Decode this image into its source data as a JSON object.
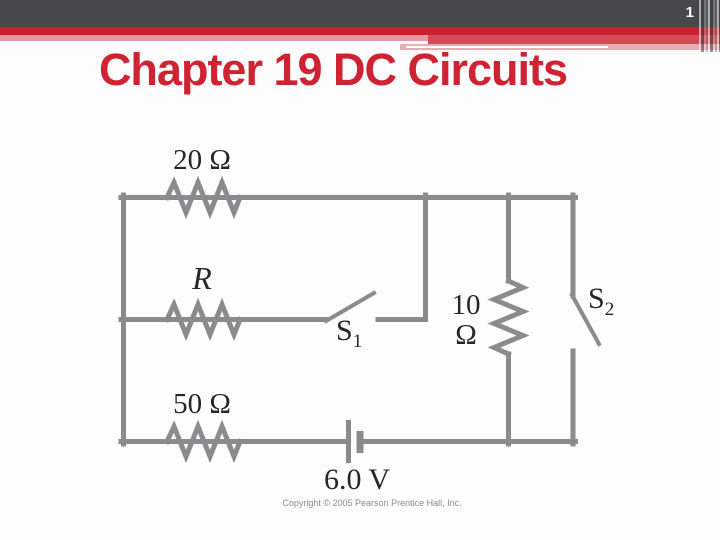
{
  "slide": {
    "page_number": "1",
    "title": "Chapter 19 DC Circuits"
  },
  "circuit": {
    "labels": {
      "r20": "20 Ω",
      "r_mid": "R",
      "r50": "50 Ω",
      "r10_line1": "10",
      "r10_line2": "Ω",
      "s1_base": "S",
      "s1_sub": "1",
      "s2_base": "S",
      "s2_sub": "2",
      "battery": "6.0 V"
    },
    "copyright": "Copyright © 2005 Pearson Prentice Hall, Inc."
  },
  "colors": {
    "header_dark": "#47484a",
    "accent_red": "#c92030",
    "accent_red_light": "#d44a57",
    "accent_pink": "#e59aa3",
    "accent_pink_light": "#eaacb3",
    "title_red": "#cf2333",
    "wire_gray": "#8b8b8e",
    "label_dark": "#262626",
    "copyright_gray": "#8a8a8a"
  }
}
